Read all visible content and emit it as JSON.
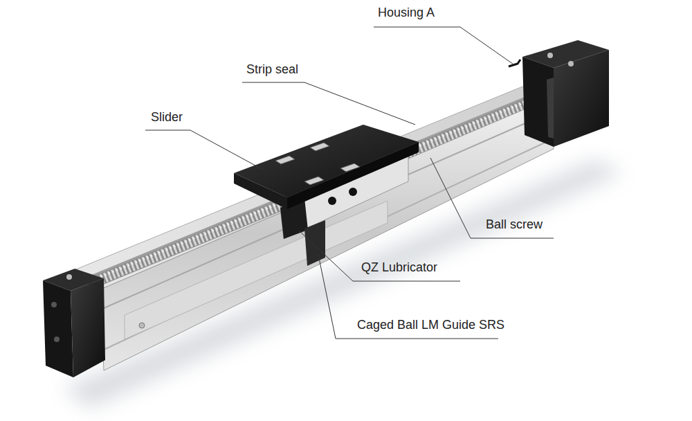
{
  "diagram": {
    "labels": [
      "Housing A",
      "Strip seal",
      "Slider",
      "Ball screw",
      "QZ Lubricator",
      "Caged Ball LM Guide SRS"
    ]
  }
}
